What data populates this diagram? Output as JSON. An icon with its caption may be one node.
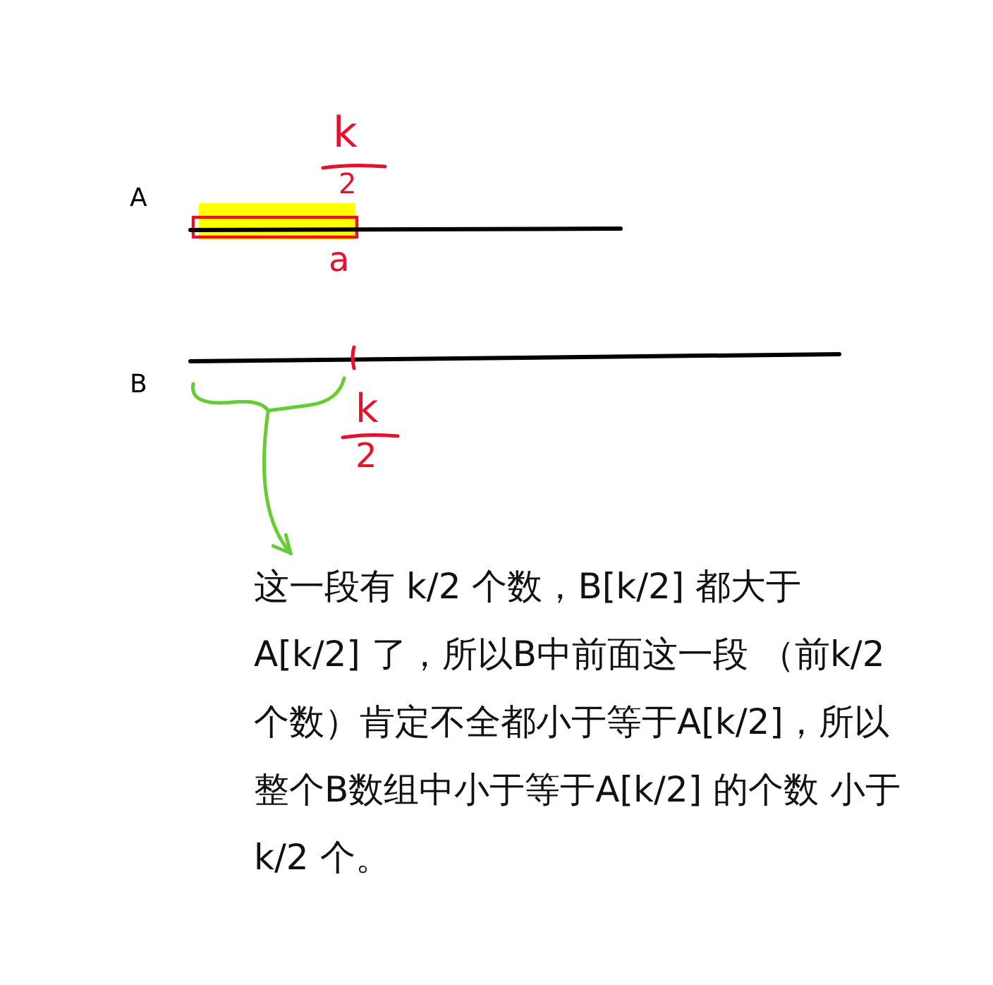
{
  "diagram": {
    "nodes": [
      {
        "text": [],
        "shape": "brace"
      },
      {
        "text": [
          "这一段有 k/2 个数，B[k/2] 都大于A[k/2] 了，所以B中前面这一段 （前k/2 个数）肯定不全都小于等于A[k/2]，所以整个B数组中小于等于A[k/2] 的个数 小于 k/2 个。"
        ]
      }
    ],
    "edges": [
      {
        "from": 0,
        "to": 1,
        "arrow": "to",
        "color": "#66cc33"
      }
    ],
    "labels": [
      "A",
      "k",
      "2",
      "a",
      "B",
      "k",
      "2"
    ]
  }
}
